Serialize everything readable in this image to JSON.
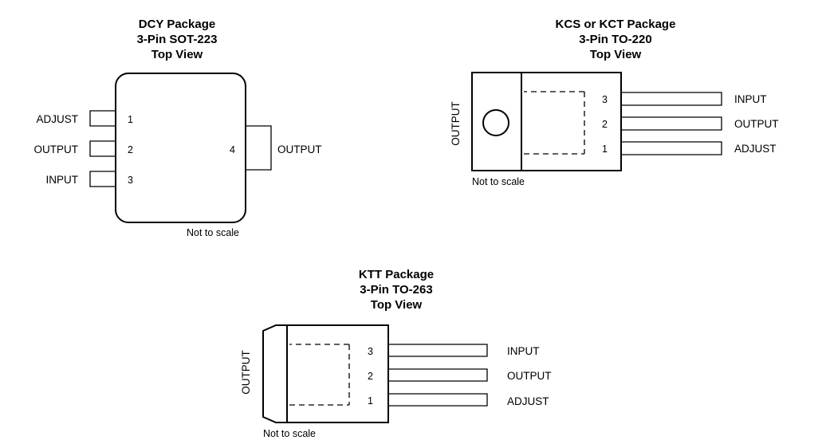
{
  "dcy": {
    "title": [
      "DCY Package",
      "3-Pin SOT-223",
      "Top View"
    ],
    "pins": [
      {
        "label": "ADJUST",
        "number": "1"
      },
      {
        "label": "OUTPUT",
        "number": "2"
      },
      {
        "label": "INPUT",
        "number": "3"
      }
    ],
    "tab": {
      "label": "OUTPUT",
      "number": "4"
    },
    "note": "Not to scale"
  },
  "kcs": {
    "title": [
      "KCS or KCT Package",
      "3-Pin TO-220",
      "Top View"
    ],
    "tab_label": "OUTPUT",
    "pins": [
      {
        "label": "INPUT",
        "number": "3"
      },
      {
        "label": "OUTPUT",
        "number": "2"
      },
      {
        "label": "ADJUST",
        "number": "1"
      }
    ],
    "note": "Not to scale"
  },
  "ktt": {
    "title": [
      "KTT Package",
      "3-Pin TO-263",
      "Top View"
    ],
    "tab_label": "OUTPUT",
    "pins": [
      {
        "label": "INPUT",
        "number": "3"
      },
      {
        "label": "OUTPUT",
        "number": "2"
      },
      {
        "label": "ADJUST",
        "number": "1"
      }
    ],
    "note": "Not to scale"
  }
}
